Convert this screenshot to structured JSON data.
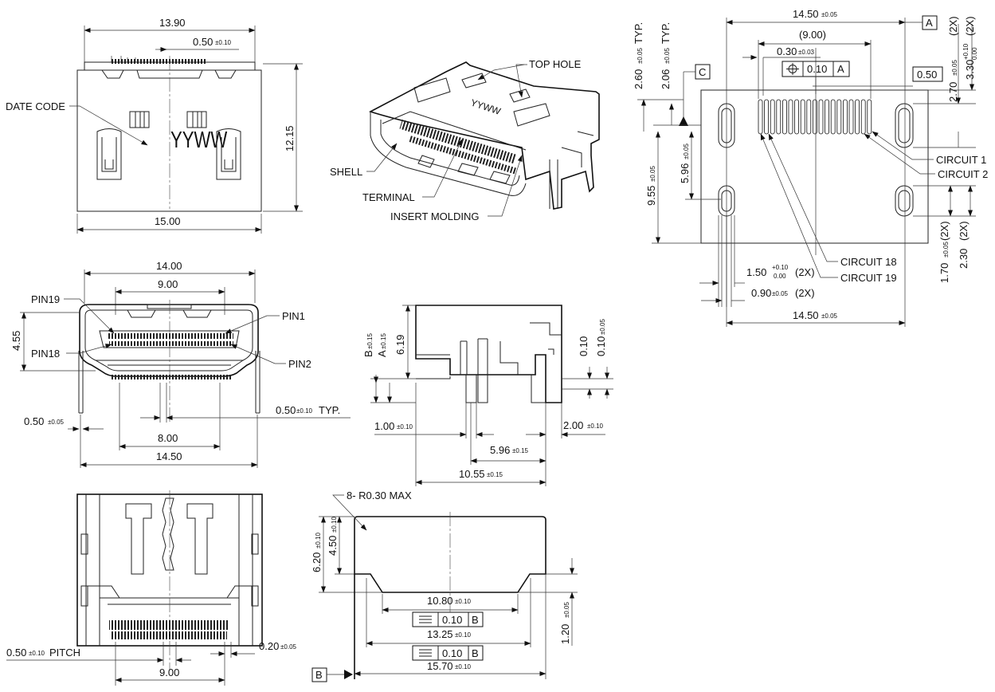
{
  "front_view": {
    "dim_13_90": "13.90",
    "dim_0_50": "0.50",
    "tol_0_50": "±0.10",
    "date_code": "DATE CODE",
    "yyww": "YYWW",
    "dim_12_15": "12.15",
    "dim_15_00": "15.00"
  },
  "iso_view": {
    "top_hole": "TOP HOLE",
    "shell": "SHELL",
    "terminal": "TERMINAL",
    "insert_molding": "INSERT MOLDING",
    "yyww": "YYWW"
  },
  "pcb_layout": {
    "dim_14_50_top": "14.50",
    "tol_14_50_top": "±0.05",
    "datum_a": "A",
    "dim_9_00": "(9.00)",
    "dim_0_30": "0.30",
    "tol_0_30": "±0.03",
    "pos_tol_value": "0.10",
    "pos_tol_datum": "A",
    "box_0_50": "0.50",
    "datum_c": "C",
    "dim_2_60": "2.60",
    "tol_2_60": "±0.05",
    "typ_2_60": "TYP.",
    "dim_2_06": "2.06",
    "tol_2_06": "±0.05",
    "typ_2_06": "TYP.",
    "dim_2_70": "2.70",
    "tol_2_70": "±0.05",
    "x2_2_70": "(2X)",
    "dim_3_30": "3.30",
    "tol_3_30_plus": "+0.10",
    "tol_3_30_minus": "0.00",
    "x2_3_30": "(2X)",
    "dim_5_96": "5.96",
    "tol_5_96": "±0.05",
    "dim_9_55": "9.55",
    "tol_9_55": "±0.05",
    "circuit_1": "CIRCUIT 1",
    "circuit_2": "CIRCUIT 2",
    "circuit_18": "CIRCUIT 18",
    "circuit_19": "CIRCUIT 19",
    "dim_1_50": "1.50",
    "tol_1_50_plus": "+0.10",
    "tol_1_50_minus": "0.00",
    "x2_1_50": "(2X)",
    "dim_0_90": "0.90",
    "tol_0_90": "±0.05",
    "x2_0_90": "(2X)",
    "dim_1_70": "1.70",
    "tol_1_70": "±0.05",
    "x2_1_70": "(2X)",
    "dim_2_30": "2.30",
    "x2_2_30": "(2X)",
    "dim_14_50_bottom": "14.50",
    "tol_14_50_bottom": "±0.05"
  },
  "end_view": {
    "dim_14_00": "14.00",
    "dim_9_00": "9.00",
    "pin19": "PIN19",
    "pin1": "PIN1",
    "pin18": "PIN18",
    "pin2": "PIN2",
    "dim_4_55": "4.55",
    "dim_0_50": "0.50",
    "tol_0_50": "±0.05",
    "dim_0_50_typ": "0.50",
    "tol_0_50_typ": "±0.10",
    "typ": "TYP.",
    "dim_8_00": "8.00",
    "dim_14_50": "14.50"
  },
  "side_view": {
    "dim_b": "B",
    "tol_b": "±0.15",
    "dim_a": "A",
    "tol_a": "±0.15",
    "dim_6_19": "6.19",
    "dim_0_10_a": "0.10",
    "dim_0_10_b": "0.10",
    "tol_0_10_b": "±0.05",
    "dim_1_00": "1.00",
    "tol_1_00": "±0.10",
    "dim_2_00": "2.00",
    "tol_2_00": "±0.10",
    "dim_5_96": "5.96",
    "tol_5_96": "±0.15",
    "dim_10_55": "10.55",
    "tol_10_55": "±0.15"
  },
  "bottom_view": {
    "dim_0_50_pitch": "0.50",
    "tol_0_50_pitch": "±0.10",
    "pitch": "PITCH",
    "dim_9_00": "9.00",
    "dim_0_20": "0.20",
    "tol_0_20": "±0.05"
  },
  "panel_cutout": {
    "radius_note": "8- R0.30 MAX",
    "dim_6_20": "6.20",
    "tol_6_20": "±0.10",
    "dim_4_50": "4.50",
    "tol_4_50": "±0.10",
    "dim_10_80": "10.80",
    "tol_10_80": "±0.10",
    "flat_1_value": "0.10",
    "flat_1_datum": "B",
    "dim_13_25": "13.25",
    "tol_13_25": "±0.10",
    "flat_2_value": "0.10",
    "flat_2_datum": "B",
    "dim_15_70": "15.70",
    "tol_15_70": "±0.10",
    "dim_1_20": "1.20",
    "tol_1_20": "±0.05",
    "datum_b": "B"
  }
}
